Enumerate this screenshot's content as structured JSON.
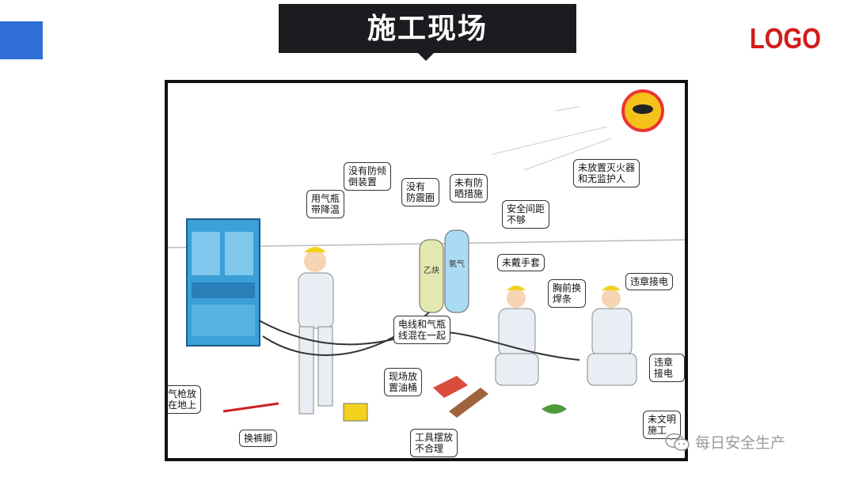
{
  "slide": {
    "title": "施工现场",
    "logo_text": "LOGO",
    "watermark": "每日安全生产",
    "accent_color": "#2f6fd6",
    "logo_color": "#d31b1b",
    "title_bg": "#1b1c1f"
  },
  "illustration": {
    "callouts": [
      {
        "id": "c1",
        "text": "没有防倾\n倒装置"
      },
      {
        "id": "c2",
        "text": "用气瓶\n带降温"
      },
      {
        "id": "c3",
        "text": "没有\n防震圈"
      },
      {
        "id": "c4",
        "text": "未有防\n晒措施"
      },
      {
        "id": "c5",
        "text": "安全间距\n不够"
      },
      {
        "id": "c6",
        "text": "未放置灭火器\n和无监护人"
      },
      {
        "id": "c7",
        "text": "未戴手套"
      },
      {
        "id": "c8",
        "text": "胸前换\n焊条"
      },
      {
        "id": "c9",
        "text": "违章接电"
      },
      {
        "id": "c10",
        "text": "电线和气瓶\n线混在一起"
      },
      {
        "id": "c11",
        "text": "违章接电"
      },
      {
        "id": "c12",
        "text": "现场放\n置油桶"
      },
      {
        "id": "c13",
        "text": "气枪放\n在地上"
      },
      {
        "id": "c14",
        "text": "换裤脚"
      },
      {
        "id": "c15",
        "text": "工具摆放\n不合理"
      },
      {
        "id": "c16",
        "text": "未文明\n施工"
      }
    ],
    "cylinder_labels": [
      "乙炔",
      "氧气"
    ]
  }
}
